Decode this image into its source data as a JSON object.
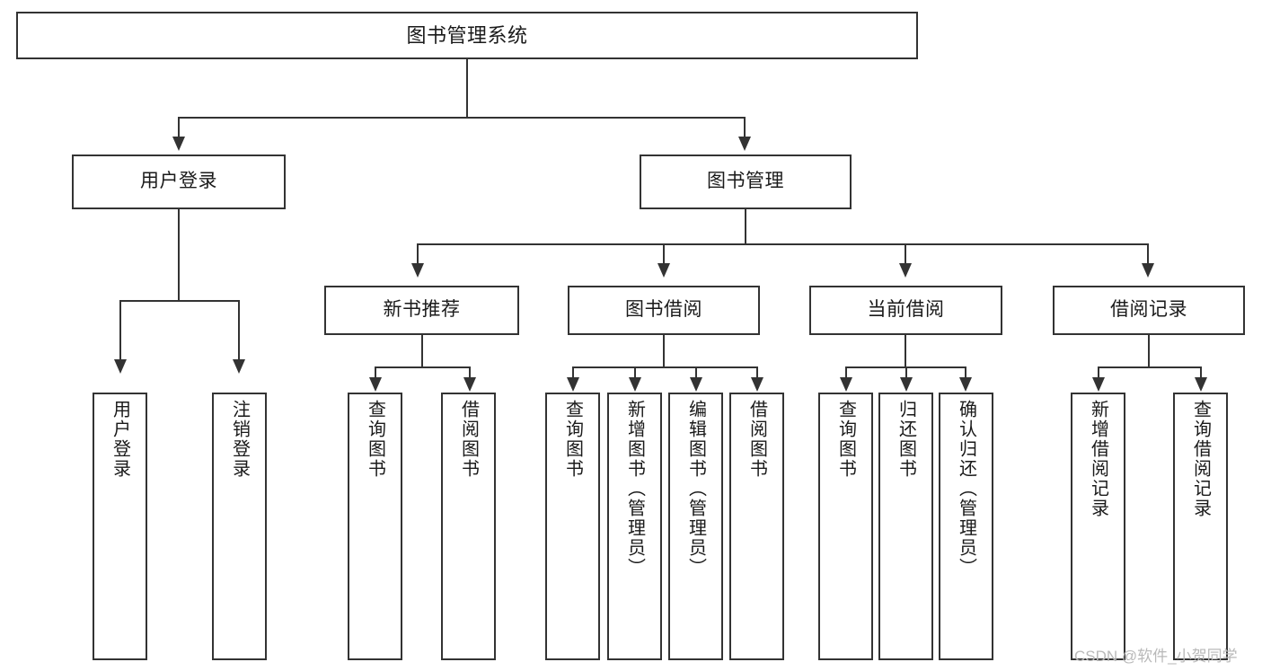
{
  "diagram": {
    "title": "图书管理系统",
    "type": "tree-hierarchy-chart",
    "nodes": {
      "root": {
        "label": "图书管理系统"
      },
      "level2": [
        {
          "id": "user-login",
          "label": "用户登录"
        },
        {
          "id": "book-management",
          "label": "图书管理"
        }
      ],
      "level3": [
        {
          "id": "new-book-recommend",
          "label": "新书推荐"
        },
        {
          "id": "book-borrow",
          "label": "图书借阅"
        },
        {
          "id": "current-borrow",
          "label": "当前借阅"
        },
        {
          "id": "borrow-record",
          "label": "借阅记录"
        }
      ],
      "leaves": {
        "user_login": [
          {
            "id": "user-login-leaf",
            "label": "用户登录"
          },
          {
            "id": "logout-leaf",
            "label": "注销登录"
          }
        ],
        "new_book_recommend": [
          {
            "id": "query-book-1",
            "label": "查询图书"
          },
          {
            "id": "borrow-book-1",
            "label": "借阅图书"
          }
        ],
        "book_borrow": [
          {
            "id": "query-book-2",
            "label": "查询图书"
          },
          {
            "id": "add-book",
            "label": "新增图书（管理员）"
          },
          {
            "id": "edit-book",
            "label": "编辑图书（管理员）"
          },
          {
            "id": "borrow-book-2",
            "label": "借阅图书"
          }
        ],
        "current_borrow": [
          {
            "id": "query-book-3",
            "label": "查询图书"
          },
          {
            "id": "return-book",
            "label": "归还图书"
          },
          {
            "id": "confirm-return",
            "label": "确认归还（管理员）"
          }
        ],
        "borrow_record": [
          {
            "id": "add-borrow-record",
            "label": "新增借阅记录"
          },
          {
            "id": "query-borrow-record",
            "label": "查询借阅记录"
          }
        ]
      }
    },
    "colors": {
      "stroke": "#333333",
      "fill": "#ffffff",
      "text": "#1a1a1a",
      "watermark": "#b9b9b9"
    }
  },
  "watermark": {
    "text": "CSDN @软件_小贺同学"
  }
}
